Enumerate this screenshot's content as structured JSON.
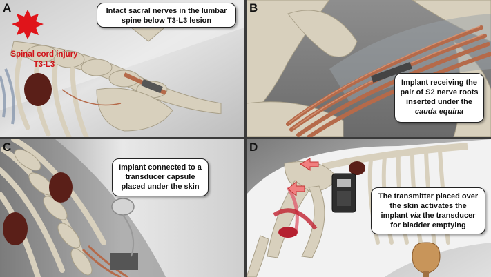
{
  "panels": {
    "a": {
      "letter": "A",
      "caption": "Intact sacral nerves in the lumbar spine below T3-L3 lesion",
      "injury_label_line1": "Spinal cord injury",
      "injury_label_line2": "T3-L3"
    },
    "b": {
      "letter": "B",
      "caption_part1": "Implant receiving the pair of S2 nerve roots inserted under the ",
      "caption_italic": "cauda equina"
    },
    "c": {
      "letter": "C",
      "caption": "Implant connected to a transducer capsule placed under the skin"
    },
    "d": {
      "letter": "D",
      "caption_part1": "The transmitter placed over the skin activates the implant ",
      "caption_italic": "via",
      "caption_part2": " the transducer for bladder emptying"
    }
  },
  "colors": {
    "bone": "#d8d0bd",
    "bone_shadow": "#a89f88",
    "kidney": "#5a1f18",
    "nerve": "#b56a4a",
    "injury_star": "#e0141a",
    "label_red": "#d0141a",
    "bladder": "#c8955a"
  }
}
